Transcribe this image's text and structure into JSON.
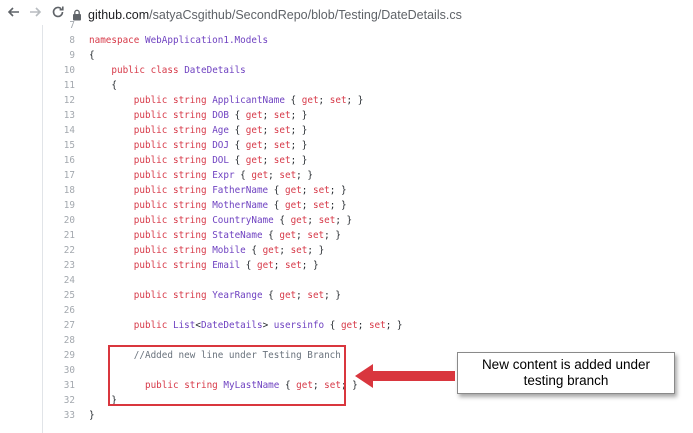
{
  "browser": {
    "url_host": "github.com",
    "url_path": "/satyaCsgithub/SecondRepo/blob/Testing/DateDetails.cs",
    "back_icon": "arrow-left-icon",
    "forward_icon": "arrow-right-icon",
    "reload_icon": "reload-icon",
    "lock_icon": "lock-icon"
  },
  "code_lines": [
    {
      "n": "7",
      "segs": []
    },
    {
      "n": "8",
      "segs": [
        {
          "c": "kw",
          "t": "namespace"
        },
        {
          "c": "pl",
          "t": " "
        },
        {
          "c": "ty",
          "t": "WebApplication1.Models"
        }
      ]
    },
    {
      "n": "9",
      "segs": [
        {
          "c": "pl",
          "t": "{"
        }
      ]
    },
    {
      "n": "10",
      "segs": [
        {
          "c": "pl",
          "t": "    "
        },
        {
          "c": "kw",
          "t": "public"
        },
        {
          "c": "pl",
          "t": " "
        },
        {
          "c": "kw",
          "t": "class"
        },
        {
          "c": "pl",
          "t": " "
        },
        {
          "c": "ty",
          "t": "DateDetails"
        }
      ]
    },
    {
      "n": "11",
      "segs": [
        {
          "c": "pl",
          "t": "    {"
        }
      ]
    },
    {
      "n": "12",
      "segs": [
        {
          "c": "pl",
          "t": "        "
        },
        {
          "c": "kw",
          "t": "public"
        },
        {
          "c": "pl",
          "t": " "
        },
        {
          "c": "kw",
          "t": "string"
        },
        {
          "c": "pl",
          "t": " "
        },
        {
          "c": "ty",
          "t": "ApplicantName"
        },
        {
          "c": "pl",
          "t": " { "
        },
        {
          "c": "kw",
          "t": "get"
        },
        {
          "c": "pl",
          "t": "; "
        },
        {
          "c": "kw",
          "t": "set"
        },
        {
          "c": "pl",
          "t": "; }"
        }
      ]
    },
    {
      "n": "13",
      "segs": [
        {
          "c": "pl",
          "t": "        "
        },
        {
          "c": "kw",
          "t": "public"
        },
        {
          "c": "pl",
          "t": " "
        },
        {
          "c": "kw",
          "t": "string"
        },
        {
          "c": "pl",
          "t": " "
        },
        {
          "c": "ty",
          "t": "DOB"
        },
        {
          "c": "pl",
          "t": " { "
        },
        {
          "c": "kw",
          "t": "get"
        },
        {
          "c": "pl",
          "t": "; "
        },
        {
          "c": "kw",
          "t": "set"
        },
        {
          "c": "pl",
          "t": "; }"
        }
      ]
    },
    {
      "n": "14",
      "segs": [
        {
          "c": "pl",
          "t": "        "
        },
        {
          "c": "kw",
          "t": "public"
        },
        {
          "c": "pl",
          "t": " "
        },
        {
          "c": "kw",
          "t": "string"
        },
        {
          "c": "pl",
          "t": " "
        },
        {
          "c": "ty",
          "t": "Age"
        },
        {
          "c": "pl",
          "t": " { "
        },
        {
          "c": "kw",
          "t": "get"
        },
        {
          "c": "pl",
          "t": "; "
        },
        {
          "c": "kw",
          "t": "set"
        },
        {
          "c": "pl",
          "t": "; }"
        }
      ]
    },
    {
      "n": "15",
      "segs": [
        {
          "c": "pl",
          "t": "        "
        },
        {
          "c": "kw",
          "t": "public"
        },
        {
          "c": "pl",
          "t": " "
        },
        {
          "c": "kw",
          "t": "string"
        },
        {
          "c": "pl",
          "t": " "
        },
        {
          "c": "ty",
          "t": "DOJ"
        },
        {
          "c": "pl",
          "t": " { "
        },
        {
          "c": "kw",
          "t": "get"
        },
        {
          "c": "pl",
          "t": "; "
        },
        {
          "c": "kw",
          "t": "set"
        },
        {
          "c": "pl",
          "t": "; }"
        }
      ]
    },
    {
      "n": "16",
      "segs": [
        {
          "c": "pl",
          "t": "        "
        },
        {
          "c": "kw",
          "t": "public"
        },
        {
          "c": "pl",
          "t": " "
        },
        {
          "c": "kw",
          "t": "string"
        },
        {
          "c": "pl",
          "t": " "
        },
        {
          "c": "ty",
          "t": "DOL"
        },
        {
          "c": "pl",
          "t": " { "
        },
        {
          "c": "kw",
          "t": "get"
        },
        {
          "c": "pl",
          "t": "; "
        },
        {
          "c": "kw",
          "t": "set"
        },
        {
          "c": "pl",
          "t": "; }"
        }
      ]
    },
    {
      "n": "17",
      "segs": [
        {
          "c": "pl",
          "t": "        "
        },
        {
          "c": "kw",
          "t": "public"
        },
        {
          "c": "pl",
          "t": " "
        },
        {
          "c": "kw",
          "t": "string"
        },
        {
          "c": "pl",
          "t": " "
        },
        {
          "c": "ty",
          "t": "Expr"
        },
        {
          "c": "pl",
          "t": " { "
        },
        {
          "c": "kw",
          "t": "get"
        },
        {
          "c": "pl",
          "t": "; "
        },
        {
          "c": "kw",
          "t": "set"
        },
        {
          "c": "pl",
          "t": "; }"
        }
      ]
    },
    {
      "n": "18",
      "segs": [
        {
          "c": "pl",
          "t": "        "
        },
        {
          "c": "kw",
          "t": "public"
        },
        {
          "c": "pl",
          "t": " "
        },
        {
          "c": "kw",
          "t": "string"
        },
        {
          "c": "pl",
          "t": " "
        },
        {
          "c": "ty",
          "t": "FatherName"
        },
        {
          "c": "pl",
          "t": " { "
        },
        {
          "c": "kw",
          "t": "get"
        },
        {
          "c": "pl",
          "t": "; "
        },
        {
          "c": "kw",
          "t": "set"
        },
        {
          "c": "pl",
          "t": "; }"
        }
      ]
    },
    {
      "n": "19",
      "segs": [
        {
          "c": "pl",
          "t": "        "
        },
        {
          "c": "kw",
          "t": "public"
        },
        {
          "c": "pl",
          "t": " "
        },
        {
          "c": "kw",
          "t": "string"
        },
        {
          "c": "pl",
          "t": " "
        },
        {
          "c": "ty",
          "t": "MotherName"
        },
        {
          "c": "pl",
          "t": " { "
        },
        {
          "c": "kw",
          "t": "get"
        },
        {
          "c": "pl",
          "t": "; "
        },
        {
          "c": "kw",
          "t": "set"
        },
        {
          "c": "pl",
          "t": "; }"
        }
      ]
    },
    {
      "n": "20",
      "segs": [
        {
          "c": "pl",
          "t": "        "
        },
        {
          "c": "kw",
          "t": "public"
        },
        {
          "c": "pl",
          "t": " "
        },
        {
          "c": "kw",
          "t": "string"
        },
        {
          "c": "pl",
          "t": " "
        },
        {
          "c": "ty",
          "t": "CountryName"
        },
        {
          "c": "pl",
          "t": " { "
        },
        {
          "c": "kw",
          "t": "get"
        },
        {
          "c": "pl",
          "t": "; "
        },
        {
          "c": "kw",
          "t": "set"
        },
        {
          "c": "pl",
          "t": "; }"
        }
      ]
    },
    {
      "n": "21",
      "segs": [
        {
          "c": "pl",
          "t": "        "
        },
        {
          "c": "kw",
          "t": "public"
        },
        {
          "c": "pl",
          "t": " "
        },
        {
          "c": "kw",
          "t": "string"
        },
        {
          "c": "pl",
          "t": " "
        },
        {
          "c": "ty",
          "t": "StateName"
        },
        {
          "c": "pl",
          "t": " { "
        },
        {
          "c": "kw",
          "t": "get"
        },
        {
          "c": "pl",
          "t": "; "
        },
        {
          "c": "kw",
          "t": "set"
        },
        {
          "c": "pl",
          "t": "; }"
        }
      ]
    },
    {
      "n": "22",
      "segs": [
        {
          "c": "pl",
          "t": "        "
        },
        {
          "c": "kw",
          "t": "public"
        },
        {
          "c": "pl",
          "t": " "
        },
        {
          "c": "kw",
          "t": "string"
        },
        {
          "c": "pl",
          "t": " "
        },
        {
          "c": "ty",
          "t": "Mobile"
        },
        {
          "c": "pl",
          "t": " { "
        },
        {
          "c": "kw",
          "t": "get"
        },
        {
          "c": "pl",
          "t": "; "
        },
        {
          "c": "kw",
          "t": "set"
        },
        {
          "c": "pl",
          "t": "; }"
        }
      ]
    },
    {
      "n": "23",
      "segs": [
        {
          "c": "pl",
          "t": "        "
        },
        {
          "c": "kw",
          "t": "public"
        },
        {
          "c": "pl",
          "t": " "
        },
        {
          "c": "kw",
          "t": "string"
        },
        {
          "c": "pl",
          "t": " "
        },
        {
          "c": "ty",
          "t": "Email"
        },
        {
          "c": "pl",
          "t": " { "
        },
        {
          "c": "kw",
          "t": "get"
        },
        {
          "c": "pl",
          "t": "; "
        },
        {
          "c": "kw",
          "t": "set"
        },
        {
          "c": "pl",
          "t": "; }"
        }
      ]
    },
    {
      "n": "24",
      "segs": []
    },
    {
      "n": "25",
      "segs": [
        {
          "c": "pl",
          "t": "        "
        },
        {
          "c": "kw",
          "t": "public"
        },
        {
          "c": "pl",
          "t": " "
        },
        {
          "c": "kw",
          "t": "string"
        },
        {
          "c": "pl",
          "t": " "
        },
        {
          "c": "ty",
          "t": "YearRange"
        },
        {
          "c": "pl",
          "t": " { "
        },
        {
          "c": "kw",
          "t": "get"
        },
        {
          "c": "pl",
          "t": "; "
        },
        {
          "c": "kw",
          "t": "set"
        },
        {
          "c": "pl",
          "t": "; }"
        }
      ]
    },
    {
      "n": "26",
      "segs": []
    },
    {
      "n": "27",
      "segs": [
        {
          "c": "pl",
          "t": "        "
        },
        {
          "c": "kw",
          "t": "public"
        },
        {
          "c": "pl",
          "t": " "
        },
        {
          "c": "ty",
          "t": "List"
        },
        {
          "c": "pl",
          "t": "<"
        },
        {
          "c": "ty",
          "t": "DateDetails"
        },
        {
          "c": "pl",
          "t": "> "
        },
        {
          "c": "ty",
          "t": "usersinfo"
        },
        {
          "c": "pl",
          "t": " { "
        },
        {
          "c": "kw",
          "t": "get"
        },
        {
          "c": "pl",
          "t": "; "
        },
        {
          "c": "kw",
          "t": "set"
        },
        {
          "c": "pl",
          "t": "; }"
        }
      ]
    },
    {
      "n": "28",
      "segs": []
    },
    {
      "n": "29",
      "segs": [
        {
          "c": "pl",
          "t": "        "
        },
        {
          "c": "cm",
          "t": "//Added new line under Testing Branch"
        }
      ]
    },
    {
      "n": "30",
      "segs": []
    },
    {
      "n": "31",
      "segs": [
        {
          "c": "pl",
          "t": "          "
        },
        {
          "c": "kw",
          "t": "public"
        },
        {
          "c": "pl",
          "t": " "
        },
        {
          "c": "kw",
          "t": "string"
        },
        {
          "c": "pl",
          "t": " "
        },
        {
          "c": "ty",
          "t": "MyLastName"
        },
        {
          "c": "pl",
          "t": " { "
        },
        {
          "c": "kw",
          "t": "get"
        },
        {
          "c": "pl",
          "t": "; "
        },
        {
          "c": "kw",
          "t": "set"
        },
        {
          "c": "pl",
          "t": "; }"
        }
      ]
    },
    {
      "n": "32",
      "segs": [
        {
          "c": "pl",
          "t": "    }"
        }
      ]
    },
    {
      "n": "33",
      "segs": [
        {
          "c": "pl",
          "t": "}"
        }
      ]
    }
  ],
  "annotation": {
    "text": "New content is added under testing branch",
    "arrow_color": "#d9363e",
    "box_color": "#d9363e"
  },
  "colors": {
    "keyword": "#d73a49",
    "type": "#6f42c1",
    "comment": "#6a737d",
    "line_number": "#a3a8ae"
  }
}
